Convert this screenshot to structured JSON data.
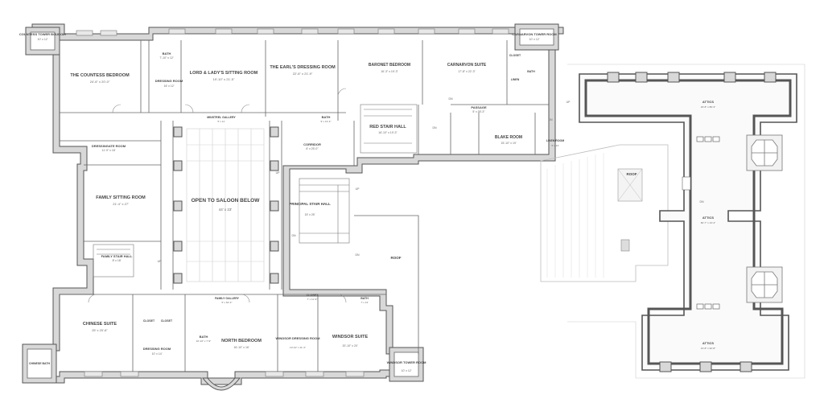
{
  "rooms": {
    "countess_tower": {
      "name": "COUNTESS TOWER BOUDOIR",
      "dim": "10' x 12'"
    },
    "countess_bedroom": {
      "name": "THE COUNTESS BEDROOM",
      "dim": "24'-6\" x 20'-0\""
    },
    "bath_a": {
      "name": "BATH",
      "dim": "7'-10\" x 12'"
    },
    "dressing_a": {
      "name": "DRESSING ROOM",
      "dim": "16' x 12'"
    },
    "lord_lady": {
      "name": "LORD & LADY'S SITTING ROOM",
      "dim": "19'-10\" x 21'-5\""
    },
    "earls_dressing": {
      "name": "THE EARL'S DRESSING ROOM",
      "dim": "22'-6\" x 21'-9\""
    },
    "baronet": {
      "name": "BARONET BEDROOM",
      "dim": "16'-3\" x 19'-3\""
    },
    "carnarvon_suite": {
      "name": "CARNARVON SUITE",
      "dim": "17'-8\" x 22'-3\""
    },
    "carnarvon_tower": {
      "name": "CARNARVON TOWER ROOM",
      "dim": "10' x 12'"
    },
    "closet_a": {
      "name": "CLOSET",
      "dim": ""
    },
    "bath_b": {
      "name": "BATH",
      "dim": ""
    },
    "linen": {
      "name": "LINEN",
      "dim": ""
    },
    "passage": {
      "name": "PASSAGE",
      "dim": "5' x 35'-3\""
    },
    "minstrel": {
      "name": "MINSTREL GALLERY",
      "dim": "5' x 11'"
    },
    "bath_c": {
      "name": "BATH",
      "dim": "9' x 13'-4\""
    },
    "corridor": {
      "name": "CORRIDOR",
      "dim": "6' x 25'-0\""
    },
    "red_stair": {
      "name": "RED STAIR HALL",
      "dim": "16'-10\" x 19'-3\""
    },
    "blake": {
      "name": "BLAKE ROOM",
      "dim": "15'-10\" x 19'"
    },
    "linen_room": {
      "name": "LINEN ROOM",
      "dim": "9' x 14'"
    },
    "dressing_gate": {
      "name": "DRESSINGATE ROOM",
      "dim": "11'-9\" x 18'"
    },
    "family_sitting": {
      "name": "FAMILY SITTING ROOM",
      "dim": "21'-4\" x 27'"
    },
    "open_saloon": {
      "name": "OPEN TO SALOON BELOW",
      "dim": "44' x 23'"
    },
    "principal_stair": {
      "name": "PRINCIPAL STAIR HALL",
      "dim": "15' x 25'"
    },
    "family_stair": {
      "name": "FAMILY STAIR HALL",
      "dim": "8' x 18'"
    },
    "roof_a": {
      "name": "ROOF",
      "dim": ""
    },
    "roof_b": {
      "name": "ROOF",
      "dim": ""
    },
    "family_gallery": {
      "name": "FAMILY GALLERY",
      "dim": "5' x 64'-4\""
    },
    "closet_b": {
      "name": "CLOSET",
      "dim": "7' x 11'-9\""
    },
    "bath_d": {
      "name": "BATH",
      "dim": "7' x 13'"
    },
    "chinese_suite": {
      "name": "CHINESE SUITE",
      "dim": "25' x 20'-6\""
    },
    "closet_c": {
      "name": "CLOSET",
      "dim": ""
    },
    "closet_d": {
      "name": "CLOSET",
      "dim": ""
    },
    "dressing_b": {
      "name": "DRESSING ROOM",
      "dim": "10' x 14'"
    },
    "bath_e": {
      "name": "BATH",
      "dim": "10'-10\" x 7'-9\""
    },
    "north_bedroom": {
      "name": "NORTH BEDROOM",
      "dim": "16'-10\" x 16'"
    },
    "windsor_dressing": {
      "name": "WINDSOR DRESSING ROOM",
      "dim": "10'-10\" x 11'-3\""
    },
    "windsor_suite": {
      "name": "WINDSOR SUITE",
      "dim": "20'-10\" x 20'"
    },
    "windsor_tower": {
      "name": "WINDSOR TOWER ROOM",
      "dim": "10' x 12'"
    },
    "chinese_bath": {
      "name": "CHINESE BATH",
      "dim": ""
    },
    "attics_top": {
      "name": "ATTICS",
      "dim": "23'-8\" x 89'-3\""
    },
    "attics_mid": {
      "name": "ATTICS",
      "dim": "60'-7\" x 13'-4\""
    },
    "attics_bottom": {
      "name": "ATTICS",
      "dim": "13'-8\" x 92'-8\""
    }
  },
  "small": {
    "up1": "UP",
    "dn1": "DN",
    "up2": "UP",
    "dn2": "DN",
    "dn3": "DN",
    "dn4": "DN",
    "up3": "UP",
    "dn5": "DN",
    "up4": "UP",
    "dn6": "DN"
  },
  "colors": {
    "wall": "#d8d8d8",
    "outline": "#555555"
  }
}
